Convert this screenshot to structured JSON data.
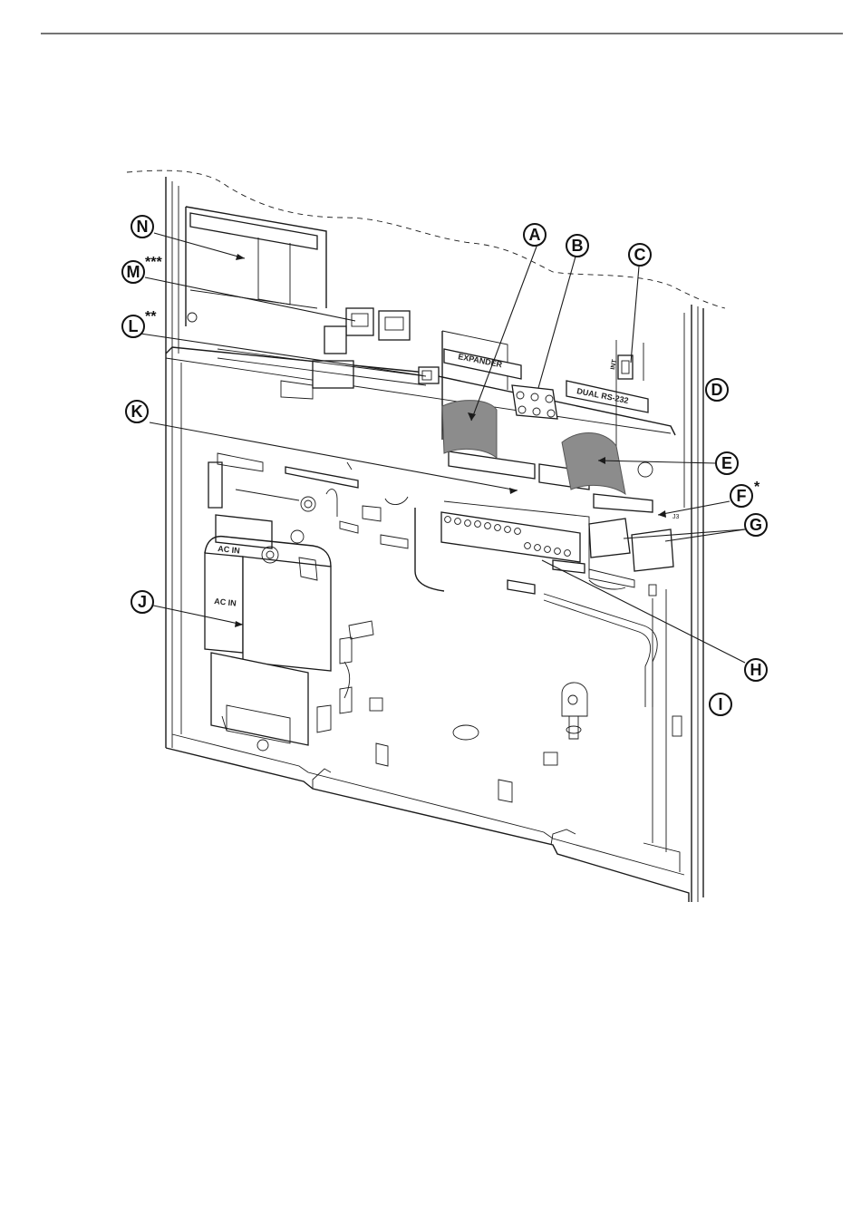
{
  "diagram": {
    "callouts": [
      {
        "id": "A",
        "letter": "A",
        "mark": ""
      },
      {
        "id": "B",
        "letter": "B",
        "mark": ""
      },
      {
        "id": "C",
        "letter": "C",
        "mark": ""
      },
      {
        "id": "D",
        "letter": "D",
        "mark": ""
      },
      {
        "id": "E",
        "letter": "E",
        "mark": ""
      },
      {
        "id": "F",
        "letter": "F",
        "mark": "*"
      },
      {
        "id": "G",
        "letter": "G",
        "mark": ""
      },
      {
        "id": "H",
        "letter": "H",
        "mark": ""
      },
      {
        "id": "I",
        "letter": "I",
        "mark": ""
      },
      {
        "id": "J",
        "letter": "J",
        "mark": ""
      },
      {
        "id": "K",
        "letter": "K",
        "mark": ""
      },
      {
        "id": "L",
        "letter": "L",
        "mark": "**"
      },
      {
        "id": "M",
        "letter": "M",
        "mark": "***"
      },
      {
        "id": "N",
        "letter": "N",
        "mark": ""
      }
    ],
    "board_labels": {
      "expander": "EXPANDER",
      "dual_rs232": "DUAL RS-232",
      "int": "INT",
      "j_small": "J3",
      "ac_in_top": "AC  IN",
      "ac_in_bottom": "AC  IN"
    },
    "colors": {
      "line": "#1a1a1a",
      "cable": "#8c8c8c",
      "background": "#ffffff"
    }
  }
}
